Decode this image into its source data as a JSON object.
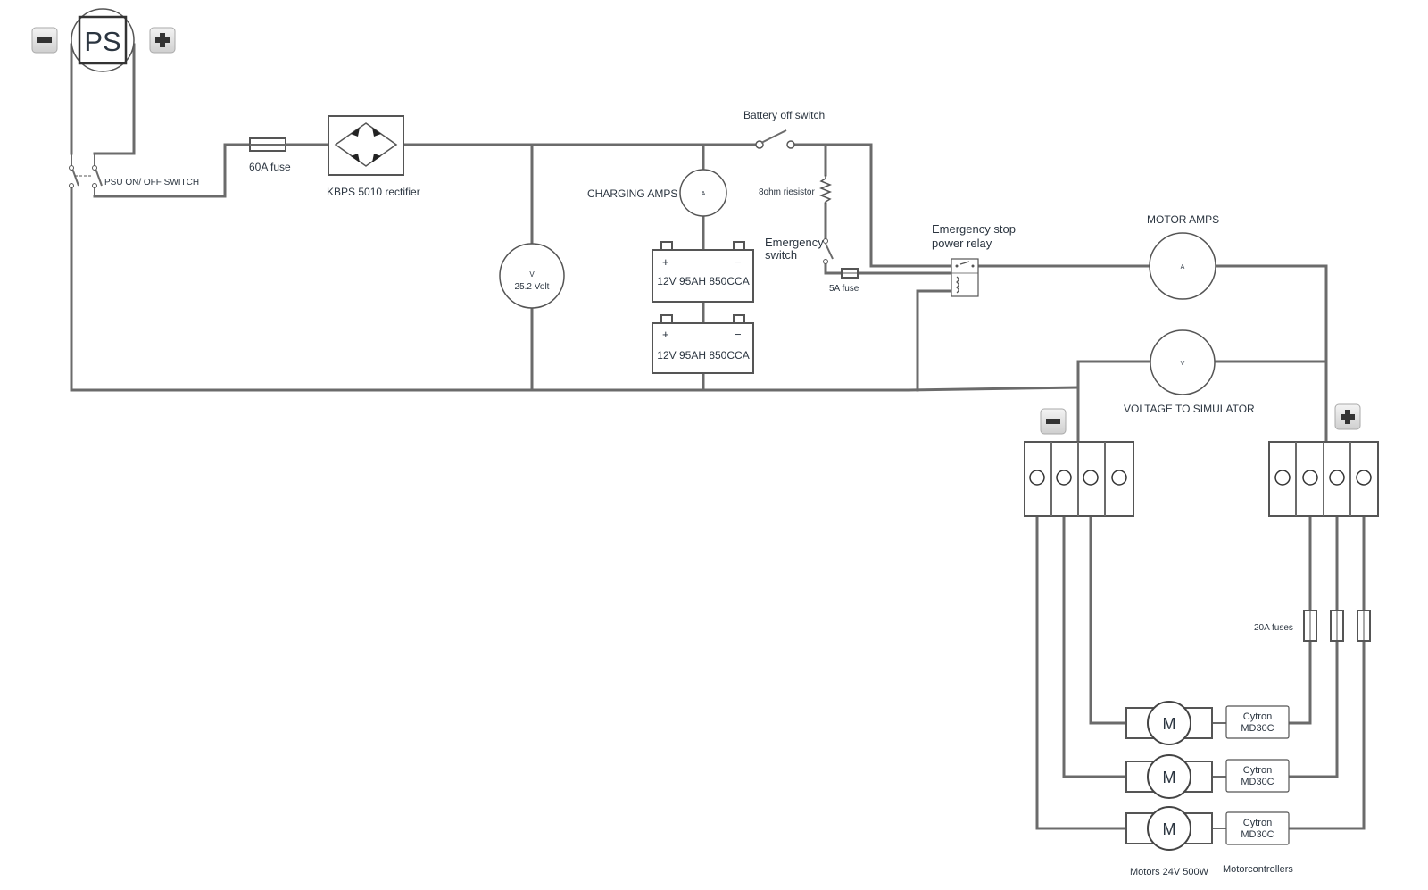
{
  "power_supply": {
    "label": "PS",
    "minus_icon": "minus-icon",
    "plus_icon": "plus-icon"
  },
  "psu_switch_label": "PSU ON/  OFF SWITCH",
  "fuse_60a_label": "60A fuse",
  "rectifier_label": "KBPS 5010 rectifier",
  "voltmeter_main": {
    "symbol": "V",
    "reading": "25.2 Volt"
  },
  "charging_amps": {
    "label": "CHARGING  AMPS",
    "symbol": "A"
  },
  "battery_off_switch_label": "Battery off switch",
  "resistor_label": "8ohm riesistor",
  "emergency_switch_label_line1": "Emergency",
  "emergency_switch_label_line2": "switch",
  "fuse_5a_label": "5A fuse",
  "relay_label_line1": "Emergency stop",
  "relay_label_line2": "power relay",
  "batteries": [
    {
      "label": "12V 95AH 850CCA",
      "plus": "+",
      "minus": "−"
    },
    {
      "label": "12V 95AH 850CCA",
      "plus": "+",
      "minus": "−"
    }
  ],
  "motor_amps": {
    "label": "MOTOR  AMPS",
    "symbol": "A"
  },
  "voltage_to_simulator": {
    "label": "VOLTAGE TO SIMULATOR",
    "symbol": "V"
  },
  "fuses_20a_label": "20A fuses",
  "motors": [
    {
      "symbol": "M"
    },
    {
      "symbol": "M"
    },
    {
      "symbol": "M"
    }
  ],
  "controllers": [
    {
      "line1": "Cytron",
      "line2": "MD30C"
    },
    {
      "line1": "Cytron",
      "line2": "MD30C"
    },
    {
      "line1": "Cytron",
      "line2": "MD30C"
    }
  ],
  "motors_label": "Motors 24V 500W",
  "controllers_label": "Motorcontrollers",
  "colors": {
    "wire": "#6b6b6b",
    "text": "#2b3540",
    "outline": "#555555"
  }
}
